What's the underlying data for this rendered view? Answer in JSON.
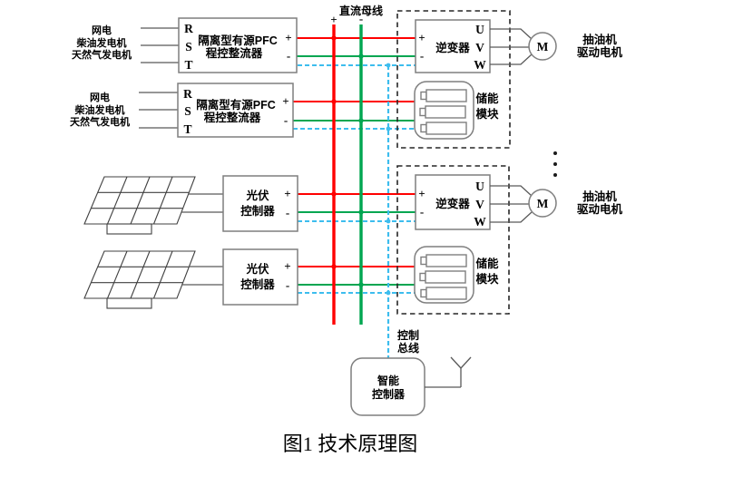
{
  "caption": "图1 技术原理图",
  "colors": {
    "dc_positive": "#ff0000",
    "dc_negative": "#00a651",
    "control_bus": "#3dbdee",
    "box_outline": "#7f7f7f",
    "group_dash": "#262626",
    "wire_gray": "#595959",
    "text": "#000000"
  },
  "dc_bus": {
    "label": "直流母线",
    "plus": "+",
    "minus": "-"
  },
  "control_bus": {
    "label_line1": "控制",
    "label_line2": "总线"
  },
  "ac_sources": {
    "line1": "网电",
    "line2": "柴油发电机",
    "line3": "天然气发电机"
  },
  "rectifier": {
    "input_r": "R",
    "input_s": "S",
    "input_t": "T",
    "title_line1": "隔离型有源PFC",
    "title_line2": "程控整流器",
    "out_plus": "+",
    "out_minus": "-"
  },
  "pv": {
    "controller_line1": "光伏",
    "controller_line2": "控制器",
    "out_plus": "+",
    "out_minus": "-"
  },
  "inverter": {
    "label": "逆变器",
    "in_plus": "+",
    "in_minus": "-",
    "out_u": "U",
    "out_v": "V",
    "out_w": "W"
  },
  "storage": {
    "label_line1": "储能",
    "label_line2": "模块"
  },
  "motor": {
    "symbol": "M",
    "label_line1": "抽油机",
    "label_line2": "驱动电机"
  },
  "smart_controller": {
    "label_line1": "智能",
    "label_line2": "控制器"
  }
}
